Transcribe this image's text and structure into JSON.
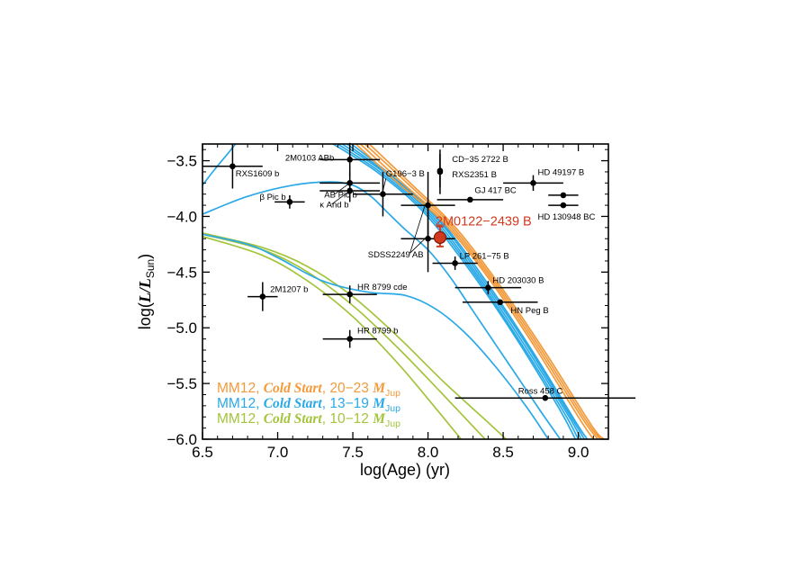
{
  "chart_data": {
    "type": "scatter",
    "title": "",
    "xlabel": "log(Age) (yr)",
    "ylabel": {
      "prefix": "log(",
      "L": "L",
      "slash": "/",
      "L2": "L",
      "sub": "Sun",
      "suffix": ")"
    },
    "xlim": [
      6.5,
      9.2
    ],
    "ylim": [
      -6.0,
      -3.35
    ],
    "x_ticks": [
      {
        "v": 6.5,
        "label": "6.5"
      },
      {
        "v": 7.0,
        "label": "7.0"
      },
      {
        "v": 7.5,
        "label": "7.5"
      },
      {
        "v": 8.0,
        "label": "8.0"
      },
      {
        "v": 8.5,
        "label": "8.5"
      },
      {
        "v": 9.0,
        "label": "9.0"
      }
    ],
    "y_ticks": [
      {
        "v": -3.5,
        "label": "−3.5"
      },
      {
        "v": -4.0,
        "label": "−4.0"
      },
      {
        "v": -4.5,
        "label": "−4.5"
      },
      {
        "v": -5.0,
        "label": "−5.0"
      },
      {
        "v": -5.5,
        "label": "−5.5"
      },
      {
        "v": -6.0,
        "label": "−6.0"
      }
    ],
    "grid": false,
    "legend_position": "bottom-left",
    "colors": {
      "orange": "#f39a3b",
      "blue": "#2aa9e6",
      "green": "#a4c43c",
      "highlight": "#d23a1f",
      "point": "#000000"
    },
    "legend": [
      {
        "color": "#f39a3b",
        "model": "MM12, ",
        "italic": "Cold Start",
        "range": ", 20−23 ",
        "mass": "M",
        "sub": "Jup"
      },
      {
        "color": "#2aa9e6",
        "model": "MM12, ",
        "italic": "Cold Start",
        "range": ", 13−19 ",
        "mass": "M",
        "sub": "Jup"
      },
      {
        "color": "#a4c43c",
        "model": "MM12, ",
        "italic": "Cold Start",
        "range": ", 10−12 ",
        "mass": "M",
        "sub": "Jup"
      }
    ],
    "tracks": {
      "orange": [
        [
          [
            7.52,
            -3.35
          ],
          [
            7.8,
            -3.7
          ],
          [
            8.1,
            -4.05
          ],
          [
            8.4,
            -4.55
          ],
          [
            8.7,
            -5.15
          ],
          [
            9.0,
            -5.8
          ],
          [
            9.1,
            -6.0
          ]
        ],
        [
          [
            7.55,
            -3.35
          ],
          [
            7.83,
            -3.7
          ],
          [
            8.13,
            -4.07
          ],
          [
            8.43,
            -4.58
          ],
          [
            8.73,
            -5.18
          ],
          [
            9.03,
            -5.82
          ],
          [
            9.13,
            -6.0
          ]
        ],
        [
          [
            7.58,
            -3.35
          ],
          [
            7.86,
            -3.7
          ],
          [
            8.16,
            -4.09
          ],
          [
            8.46,
            -4.61
          ],
          [
            8.76,
            -5.21
          ],
          [
            9.06,
            -5.85
          ],
          [
            9.15,
            -6.0
          ]
        ],
        [
          [
            7.61,
            -3.35
          ],
          [
            7.89,
            -3.71
          ],
          [
            8.19,
            -4.11
          ],
          [
            8.49,
            -4.64
          ],
          [
            8.79,
            -5.24
          ],
          [
            9.09,
            -5.88
          ],
          [
            9.17,
            -6.0
          ]
        ]
      ],
      "blue": [
        [
          [
            6.5,
            -3.72
          ],
          [
            6.58,
            -3.58
          ],
          [
            6.66,
            -3.45
          ],
          [
            6.72,
            -3.35
          ]
        ],
        [
          [
            6.5,
            -3.98
          ],
          [
            6.8,
            -3.82
          ],
          [
            7.1,
            -3.72
          ],
          [
            7.35,
            -3.69
          ],
          [
            7.5,
            -3.72
          ],
          [
            7.62,
            -3.82
          ],
          [
            7.72,
            -3.95
          ],
          [
            7.85,
            -4.12
          ],
          [
            8.0,
            -4.3
          ],
          [
            8.15,
            -4.55
          ],
          [
            8.3,
            -4.85
          ],
          [
            8.45,
            -5.15
          ],
          [
            8.6,
            -5.45
          ],
          [
            8.75,
            -5.75
          ],
          [
            8.88,
            -6.0
          ]
        ],
        [
          [
            6.5,
            -4.16
          ],
          [
            6.8,
            -4.25
          ],
          [
            7.0,
            -4.37
          ],
          [
            7.3,
            -4.58
          ],
          [
            7.6,
            -4.68
          ],
          [
            7.85,
            -4.71
          ],
          [
            8.05,
            -4.83
          ],
          [
            8.25,
            -5.05
          ],
          [
            8.45,
            -5.35
          ],
          [
            8.65,
            -5.7
          ],
          [
            8.8,
            -6.0
          ]
        ],
        [
          [
            7.4,
            -3.35
          ],
          [
            7.7,
            -3.62
          ],
          [
            8.0,
            -3.98
          ],
          [
            8.3,
            -4.5
          ],
          [
            8.6,
            -5.1
          ],
          [
            8.9,
            -5.75
          ],
          [
            9.0,
            -6.0
          ]
        ],
        [
          [
            7.43,
            -3.35
          ],
          [
            7.73,
            -3.63
          ],
          [
            8.03,
            -4.0
          ],
          [
            8.33,
            -4.53
          ],
          [
            8.63,
            -5.13
          ],
          [
            8.93,
            -5.78
          ],
          [
            9.02,
            -6.0
          ]
        ],
        [
          [
            7.46,
            -3.35
          ],
          [
            7.76,
            -3.65
          ],
          [
            8.06,
            -4.02
          ],
          [
            8.36,
            -4.56
          ],
          [
            8.66,
            -5.16
          ],
          [
            8.96,
            -5.82
          ],
          [
            9.04,
            -6.0
          ]
        ],
        [
          [
            7.49,
            -3.35
          ],
          [
            7.79,
            -3.67
          ],
          [
            8.09,
            -4.05
          ],
          [
            8.39,
            -4.59
          ],
          [
            8.69,
            -5.2
          ],
          [
            8.99,
            -5.86
          ],
          [
            9.06,
            -6.0
          ]
        ],
        [
          [
            7.37,
            -3.35
          ],
          [
            7.67,
            -3.61
          ],
          [
            7.97,
            -3.96
          ],
          [
            8.27,
            -4.47
          ],
          [
            8.57,
            -5.06
          ],
          [
            8.87,
            -5.72
          ],
          [
            8.98,
            -6.0
          ]
        ]
      ],
      "green": [
        [
          [
            6.5,
            -4.15
          ],
          [
            6.9,
            -4.28
          ],
          [
            7.2,
            -4.45
          ],
          [
            7.5,
            -4.72
          ],
          [
            7.8,
            -5.08
          ],
          [
            8.1,
            -5.48
          ],
          [
            8.4,
            -5.85
          ],
          [
            8.52,
            -6.0
          ]
        ],
        [
          [
            6.5,
            -4.16
          ],
          [
            6.9,
            -4.3
          ],
          [
            7.2,
            -4.5
          ],
          [
            7.5,
            -4.8
          ],
          [
            7.8,
            -5.18
          ],
          [
            8.1,
            -5.6
          ],
          [
            8.38,
            -6.0
          ]
        ],
        [
          [
            6.5,
            -4.18
          ],
          [
            6.9,
            -4.35
          ],
          [
            7.2,
            -4.58
          ],
          [
            7.5,
            -4.9
          ],
          [
            7.8,
            -5.32
          ],
          [
            8.05,
            -5.72
          ],
          [
            8.22,
            -6.0
          ]
        ]
      ]
    },
    "points": [
      {
        "name": "RXS1609 b",
        "x": 6.7,
        "y": -3.55,
        "xerr": 0.2,
        "yerr": 0.2
      },
      {
        "name": "β Pic b",
        "x": 7.08,
        "y": -3.87,
        "xerr": 0.1,
        "yerr": 0.06
      },
      {
        "name": "2M0103 ABb",
        "x": 7.48,
        "y": -3.49,
        "xerr": 0.2,
        "yerr": 0.15
      },
      {
        "name": "AB Pic b",
        "x": 7.48,
        "y": -3.7,
        "xerr": 0.2,
        "yerr": 0.1
      },
      {
        "name": "κ And b",
        "x": 7.48,
        "y": -3.77,
        "xerr": 0.2,
        "yerr": 0.1
      },
      {
        "name": "G196−3 B",
        "x": 7.7,
        "y": -3.8,
        "xerr": 0.2,
        "yerr": 0.2
      },
      {
        "name": "CD−35 2722 B",
        "x": 8.08,
        "y": -3.59,
        "xerr": 0.0,
        "yerr": 0.15
      },
      {
        "name": "RXS2351 B",
        "x": 8.08,
        "y": -3.6,
        "xerr": 0.0,
        "yerr": 0.2
      },
      {
        "name": "GJ 417 BC",
        "x": 8.28,
        "y": -3.85,
        "xerr": 0.22,
        "yerr": 0.0
      },
      {
        "name": "HD 49197 B",
        "x": 8.7,
        "y": -3.7,
        "xerr": 0.2,
        "yerr": 0.07
      },
      {
        "name": "HD 130948 BC",
        "x": 8.9,
        "y": -3.81,
        "xerr": 0.1,
        "yerr": 0.0
      },
      {
        "name": "HD 130948 BC",
        "x": 8.9,
        "y": -3.9,
        "xerr": 0.1,
        "yerr": 0.0
      },
      {
        "name": "SDSS2249 AB",
        "x": 8.0,
        "y": -3.9,
        "xerr": 0.18,
        "yerr": 0.3
      },
      {
        "name": "SDSS2249 AB",
        "x": 8.0,
        "y": -4.2,
        "xerr": 0.18,
        "yerr": 0.3
      },
      {
        "name": "LP 261−75 B",
        "x": 8.18,
        "y": -4.42,
        "xerr": 0.15,
        "yerr": 0.06
      },
      {
        "name": "HD 203030 B",
        "x": 8.4,
        "y": -4.64,
        "xerr": 0.22,
        "yerr": 0.06
      },
      {
        "name": "HN Peg B",
        "x": 8.48,
        "y": -4.77,
        "xerr": 0.25,
        "yerr": 0.0
      },
      {
        "name": "2M1207 b",
        "x": 6.9,
        "y": -4.72,
        "xerr": 0.1,
        "yerr": 0.13
      },
      {
        "name": "HR 8799 cde",
        "x": 7.48,
        "y": -4.7,
        "xerr": 0.18,
        "yerr": 0.08
      },
      {
        "name": "HR 8799 b",
        "x": 7.48,
        "y": -5.1,
        "xerr": 0.18,
        "yerr": 0.08
      },
      {
        "name": "Ross 458 C",
        "x": 8.78,
        "y": -5.63,
        "xerr": 0.6,
        "yerr": 0.0
      }
    ],
    "labels": [
      {
        "text": "RXS1609 b",
        "x": 6.72,
        "y": -3.64
      },
      {
        "text": "β Pic b",
        "x": 6.88,
        "y": -3.85
      },
      {
        "text": "2M0103 ABb",
        "x": 7.05,
        "y": -3.5
      },
      {
        "text": "AB Pic b",
        "x": 7.31,
        "y": -3.83
      },
      {
        "text": "κ And b",
        "x": 7.28,
        "y": -3.92
      },
      {
        "text": "G196−3 B",
        "x": 7.72,
        "y": -3.64
      },
      {
        "text": "CD−35 2722 B",
        "x": 8.16,
        "y": -3.51
      },
      {
        "text": "RXS2351 B",
        "x": 8.16,
        "y": -3.65
      },
      {
        "text": "GJ 417 BC",
        "x": 8.31,
        "y": -3.79
      },
      {
        "text": "HD 49197 B",
        "x": 8.73,
        "y": -3.63
      },
      {
        "text": "HD 130948 BC",
        "x": 8.73,
        "y": -4.03
      },
      {
        "text": "SDSS2249 AB",
        "x": 7.6,
        "y": -4.37
      },
      {
        "text": "LP 261−75 B",
        "x": 8.21,
        "y": -4.38
      },
      {
        "text": "HD 203030 B",
        "x": 8.43,
        "y": -4.6
      },
      {
        "text": "HN Peg B",
        "x": 8.55,
        "y": -4.87
      },
      {
        "text": "2M1207 b",
        "x": 6.95,
        "y": -4.68
      },
      {
        "text": "HR 8799 cde",
        "x": 7.53,
        "y": -4.66
      },
      {
        "text": "HR 8799 b",
        "x": 7.53,
        "y": -5.05
      },
      {
        "text": "Ross 458 C",
        "x": 8.6,
        "y": -5.59
      }
    ],
    "highlight": {
      "name": "2M0122−2439 B",
      "x": 8.08,
      "y": -4.19,
      "yerr_low": 0.08,
      "yerr_high": 0.1,
      "label_x": 8.05,
      "label_y": -4.08
    }
  }
}
